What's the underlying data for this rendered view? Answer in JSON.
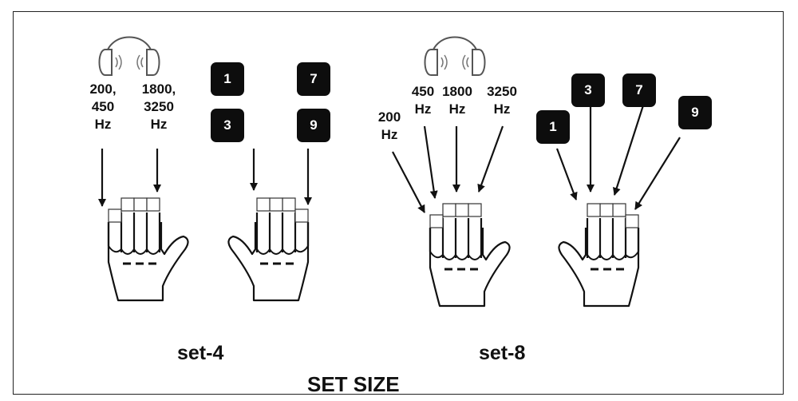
{
  "set4": {
    "left_freq_label": "200,\n450\nHz",
    "right_freq_label": "1800,\n3250\nHz",
    "keys": [
      "1",
      "3",
      "7",
      "9"
    ],
    "caption": "set-4"
  },
  "set8": {
    "freq_labels": [
      "200\nHz",
      "450\nHz",
      "1800\nHz",
      "3250\nHz"
    ],
    "keys": [
      "1",
      "3",
      "7",
      "9"
    ],
    "caption": "set-8"
  },
  "axis_caption": "SET SIZE",
  "icons": [
    "headphones-icon",
    "left-hand-icon",
    "right-hand-icon",
    "arrow-icon"
  ],
  "colors": {
    "ink": "#111111",
    "key_fill": "#0d0d0d",
    "key_text": "#ffffff",
    "background": "#ffffff"
  }
}
